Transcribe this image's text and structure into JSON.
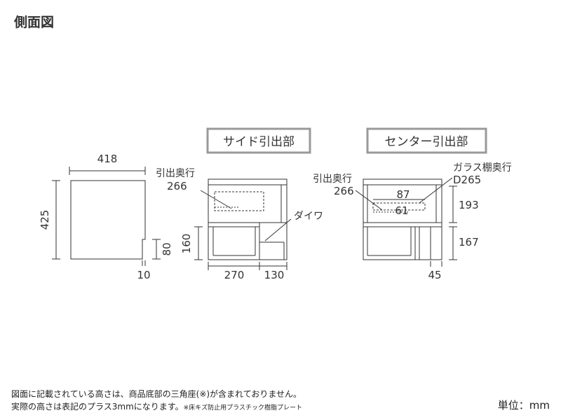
{
  "title": "側面図",
  "labels": {
    "side_drawer": "サイド引出部",
    "center_drawer": "センター引出部",
    "drawer_depth_side": "引出奥行",
    "drawer_depth_side_value": "266",
    "drawer_depth_center": "引出奥行",
    "drawer_depth_center_value": "266",
    "glass_shelf_depth": "ガラス棚奥行",
    "glass_shelf_depth_value": "D265",
    "dowel": "ダイワ"
  },
  "dimensions": {
    "width_418": "418",
    "height_425": "425",
    "foot_80": "80",
    "offset_10": "10",
    "height_160": "160",
    "width_270": "270",
    "width_130": "130",
    "center_87": "87",
    "center_61": "61",
    "height_193": "193",
    "height_167": "167",
    "offset_45": "45"
  },
  "notes": {
    "line1": "図面に記載されている高さは、商品底部の三角座(※)が含まれておりません。",
    "line2_main": "実際の高さは表記のプラス3mmになります。",
    "line2_small": "※床キズ防止用プラスチック樹脂プレート"
  },
  "unit": "単位：mm"
}
